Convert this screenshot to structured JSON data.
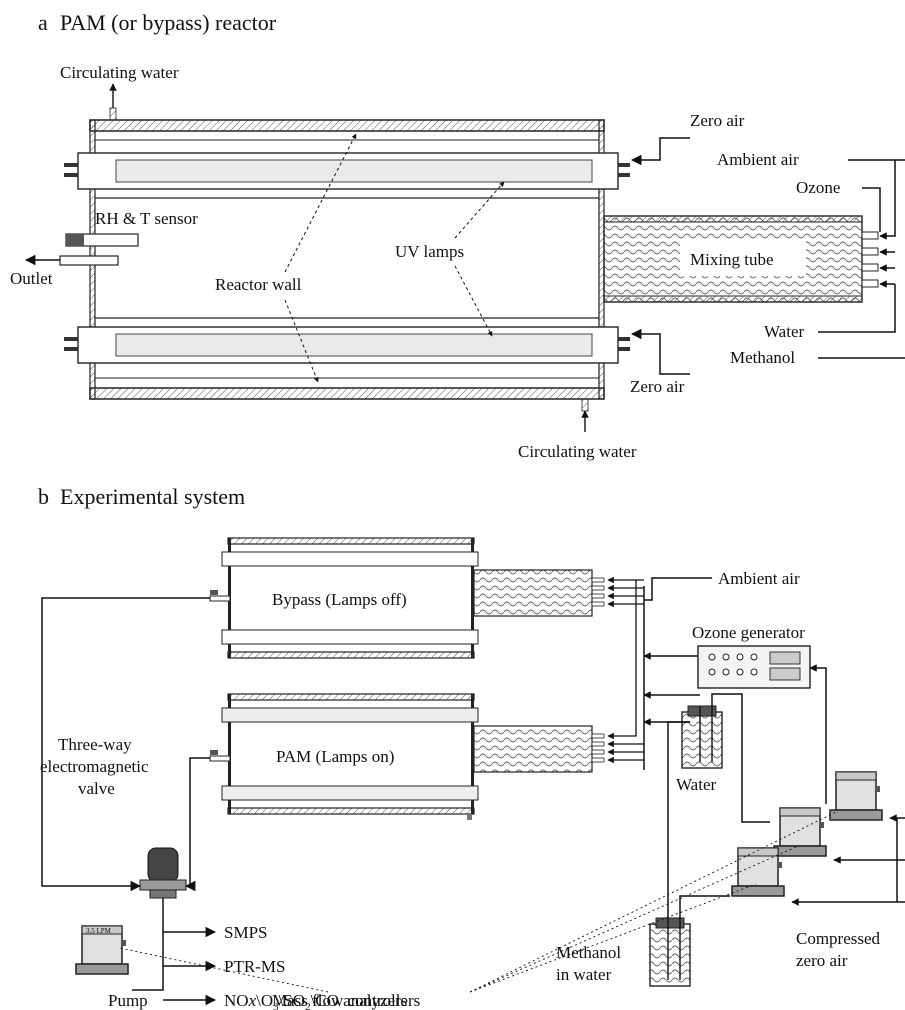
{
  "panel_a": {
    "letter": "a",
    "title": "PAM (or bypass) reactor",
    "labels": {
      "circulating_water_top": "Circulating water",
      "circulating_water_bottom": "Circulating water",
      "zero_air_top": "Zero air",
      "zero_air_bottom": "Zero air",
      "ambient_air": "Ambient air",
      "ozone": "Ozone",
      "water": "Water",
      "methanol": "Methanol",
      "rh_t_sensor": "RH & T sensor",
      "outlet": "Outlet",
      "reactor_wall": "Reactor wall",
      "uv_lamps": "UV lamps",
      "mixing_tube": "Mixing tube"
    }
  },
  "panel_b": {
    "letter": "b",
    "title": "Experimental system",
    "labels": {
      "bypass": "Bypass (Lamps off)",
      "pam": "PAM (Lamps on)",
      "ambient_air": "Ambient air",
      "ozone_generator": "Ozone generator",
      "three_way_1": "Three-way",
      "three_way_2": "electromagnetic",
      "three_way_3": "valve",
      "water": "Water",
      "smps": "SMPS",
      "ptr_ms": "PTR-MS",
      "analyzers_prefix": "NO",
      "analyzers_x": "x",
      "analyzers_o": "\\O",
      "analyzers_3": "3",
      "analyzers_so": "\\SO",
      "analyzers_2": "2",
      "analyzers_suffix": "\\CO analyzers",
      "pump": "Pump",
      "mass_flow_controllers": "Mass flow controllers",
      "methanol_1": "Methanol",
      "methanol_2": "in water",
      "compressed_1": "Compressed",
      "compressed_2": "zero air",
      "mfc_rate_label": "3.5 LPM"
    }
  }
}
